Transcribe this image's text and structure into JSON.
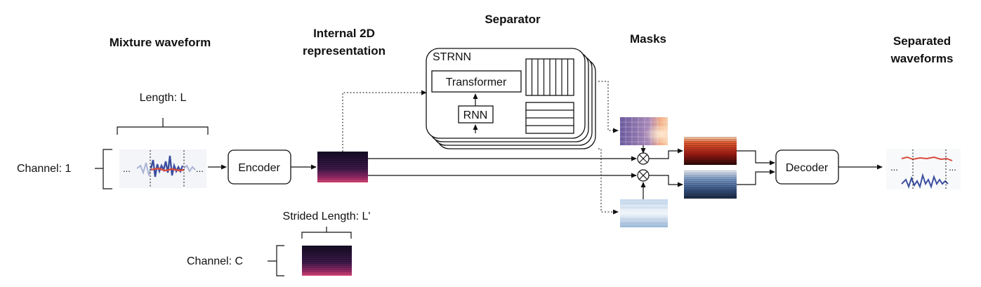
{
  "headers": {
    "mixture": "Mixture waveform",
    "internal_line1": "Internal 2D",
    "internal_line2": "representation",
    "separator": "Separator",
    "masks": "Masks",
    "separated_line1": "Separated",
    "separated_line2": "waveforms"
  },
  "labels": {
    "length": "Length: L",
    "channel_1": "Channel: 1",
    "strided_length": "Strided Length: L'",
    "channel_c": "Channel: C",
    "ellipsis": "..."
  },
  "blocks": {
    "encoder": "Encoder",
    "decoder": "Decoder",
    "strnn": "STRNN",
    "transformer": "Transformer",
    "rnn": "RNN"
  },
  "colors": {
    "line": "#111111",
    "waveform_blue": "#3b4fa0",
    "waveform_red": "#d94a3a",
    "rep_dark": "#1a1030",
    "rep_magenta": "#b0306a",
    "mask1_purple": "#7a6aa8",
    "mask1_orange": "#f0a070",
    "mask2_light": "#dde8f4",
    "mask2_blue": "#7da6cf",
    "out1_red": "#c02818",
    "out2_blue": "#2c4a80"
  }
}
